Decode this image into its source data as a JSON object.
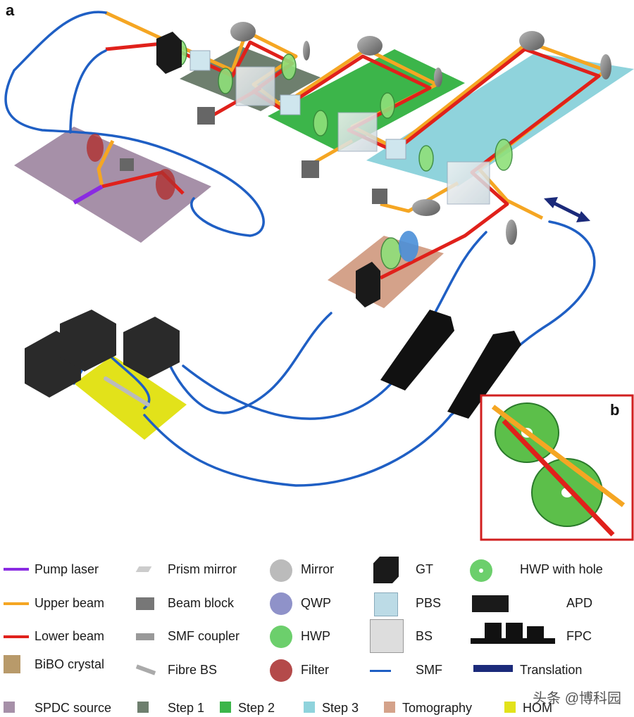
{
  "panels": {
    "a": "a",
    "b": "b"
  },
  "legend": {
    "pump_laser": "Pump laser",
    "upper_beam": "Upper beam",
    "lower_beam": "Lower beam",
    "bibo_crystal": "BiBO crystal",
    "prism_mirror": "Prism mirror",
    "beam_block": "Beam block",
    "smf_coupler": "SMF coupler",
    "fibre_bs": "Fibre BS",
    "mirror": "Mirror",
    "qwp": "QWP",
    "hwp": "HWP",
    "filter": "Filter",
    "gt": "GT",
    "pbs": "PBS",
    "bs": "BS",
    "smf": "SMF",
    "hwp_with_hole": "HWP with hole",
    "apd": "APD",
    "fpc": "FPC",
    "translation": "Translation",
    "spdc_source": "SPDC source",
    "step1": "Step 1",
    "step2": "Step 2",
    "step3": "Step 3",
    "tomography": "Tomography",
    "hom": "HOM"
  },
  "watermark": "头条 @博科园",
  "colors": {
    "pump": "#8a2be2",
    "upper": "#f5a623",
    "lower": "#e0211b",
    "fibre": "#1f5fc4",
    "spdc": "#a690a8",
    "step1": "#6e7f6e",
    "step2": "#3cb54a",
    "step3": "#8fd3dc",
    "tomo": "#d4a28a",
    "hom": "#e2e21a",
    "hwp": "#6ccf6c",
    "qwp": "#8f92c9",
    "filter": "#b44a4a",
    "translation": "#1b2a7a",
    "inset_border": "#d11f1f"
  }
}
